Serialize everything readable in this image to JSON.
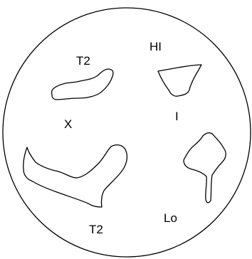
{
  "labels": {
    "hi": "HI",
    "t2_top": "T2",
    "x": "X",
    "i": "I",
    "t2_bottom": "T2",
    "lo": "Lo"
  },
  "colors": {
    "stroke": "#000000",
    "background": "#ffffff"
  }
}
